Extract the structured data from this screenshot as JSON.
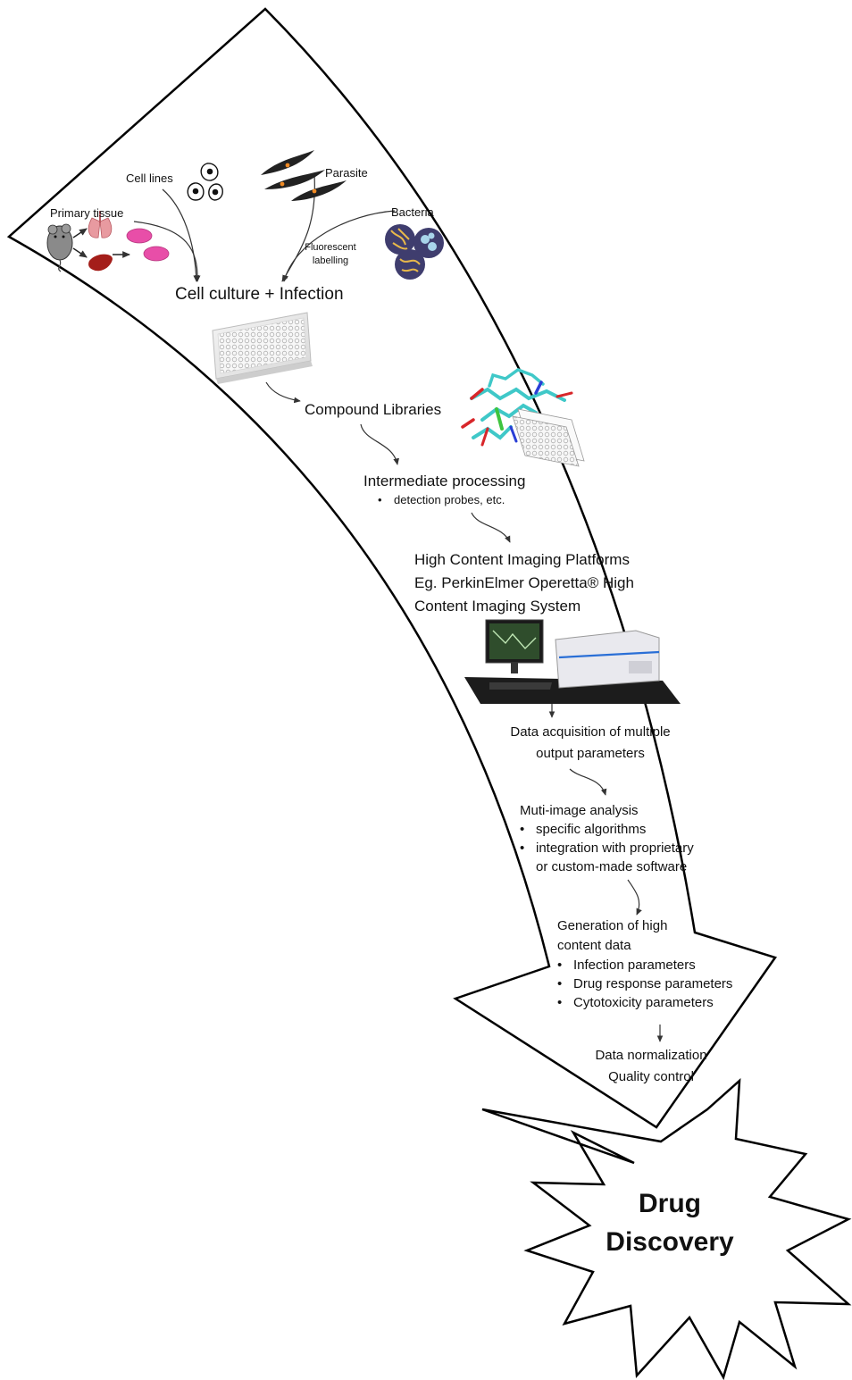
{
  "inputs": {
    "cell_lines": "Cell lines",
    "parasite": "Parasite",
    "primary_tissue": "Primary tissue",
    "bacteria": "Bacteria",
    "fluorescent_labelling": [
      "Fluorescent",
      "labelling"
    ]
  },
  "steps": {
    "cell_culture": "Cell culture + Infection",
    "compound_libraries": "Compound Libraries",
    "intermediate": {
      "title": "Intermediate processing",
      "bullets": [
        "detection probes, etc."
      ]
    },
    "imaging": {
      "lines": [
        "High Content Imaging Platforms",
        "Eg. PerkinElmer Operetta® High",
        "Content Imaging System"
      ]
    },
    "acquisition": {
      "lines": [
        "Data acquisition of multiple",
        "output parameters"
      ]
    },
    "analysis": {
      "title": "Muti-image analysis",
      "bullets": [
        "specific algorithms",
        "integration with proprietary"
      ],
      "continuation": "or custom-made software"
    },
    "generation": {
      "lines": [
        "Generation of high",
        "content data"
      ],
      "bullets": [
        "Infection parameters",
        "Drug response parameters",
        "Cytotoxicity  parameters"
      ]
    },
    "normalization": {
      "lines": [
        "Data normalization",
        "Quality control"
      ]
    }
  },
  "outcome": {
    "lines": [
      "Drug",
      "Discovery"
    ]
  },
  "colors": {
    "outline": "#000000",
    "connector": "#333333",
    "tissue_red": "#a41e1a",
    "lung_pink": "#e89aa0",
    "dish_magenta": "#e84ea8",
    "bacteria_purple": "#3f3d6e",
    "bacteria_yellow": "#e8b84a",
    "parasite_orange": "#f08a24",
    "molecule_cyan": "#3fc8c8",
    "molecule_red": "#d8262a",
    "molecule_green": "#3ec43e",
    "instrument_blue": "#2a6fd6"
  },
  "icons": {
    "mouse": "mouse-icon",
    "lungs": "lungs-icon",
    "liver": "liver-icon",
    "dishes": "petri-dish-icon",
    "cells": "cells-icon",
    "parasite": "parasite-icon",
    "bacteria": "bacteria-icon",
    "plate": "multiwell-plate-icon",
    "molecule": "molecule-icon",
    "imaging_system": "imaging-system-icon"
  }
}
